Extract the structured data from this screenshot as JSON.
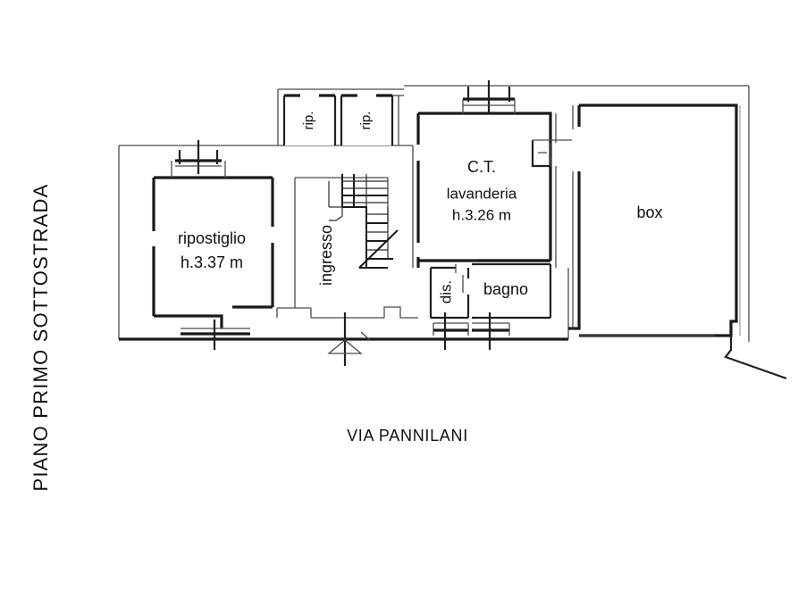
{
  "drawing": {
    "type": "architectural-floor-plan",
    "side_label": "PIANO PRIMO SOTTOSTRADA",
    "street_label": "VIA PANNILANI",
    "background_color": "#ffffff",
    "line_color": "#1a1a1a"
  },
  "rooms": [
    {
      "id": "ripostiglio",
      "name": "ripostiglio",
      "height_label": "h.3.37 m",
      "has_height": true
    },
    {
      "id": "ingresso",
      "name": "ingresso",
      "height_label": "",
      "has_height": false,
      "orientation": "vertical"
    },
    {
      "id": "rip-left",
      "name": "rip.",
      "height_label": "",
      "has_height": false,
      "orientation": "vertical"
    },
    {
      "id": "rip-right",
      "name": "rip.",
      "height_label": "",
      "has_height": false,
      "orientation": "vertical"
    },
    {
      "id": "ct-lavanderia",
      "name": "C.T.",
      "name2": "lavanderia",
      "height_label": "h.3.26 m",
      "has_height": true
    },
    {
      "id": "disimpegno",
      "name": "dis.",
      "height_label": "",
      "has_height": false,
      "orientation": "vertical"
    },
    {
      "id": "bagno",
      "name": "bagno",
      "height_label": "",
      "has_height": false
    },
    {
      "id": "box",
      "name": "box",
      "height_label": "",
      "has_height": false
    }
  ]
}
